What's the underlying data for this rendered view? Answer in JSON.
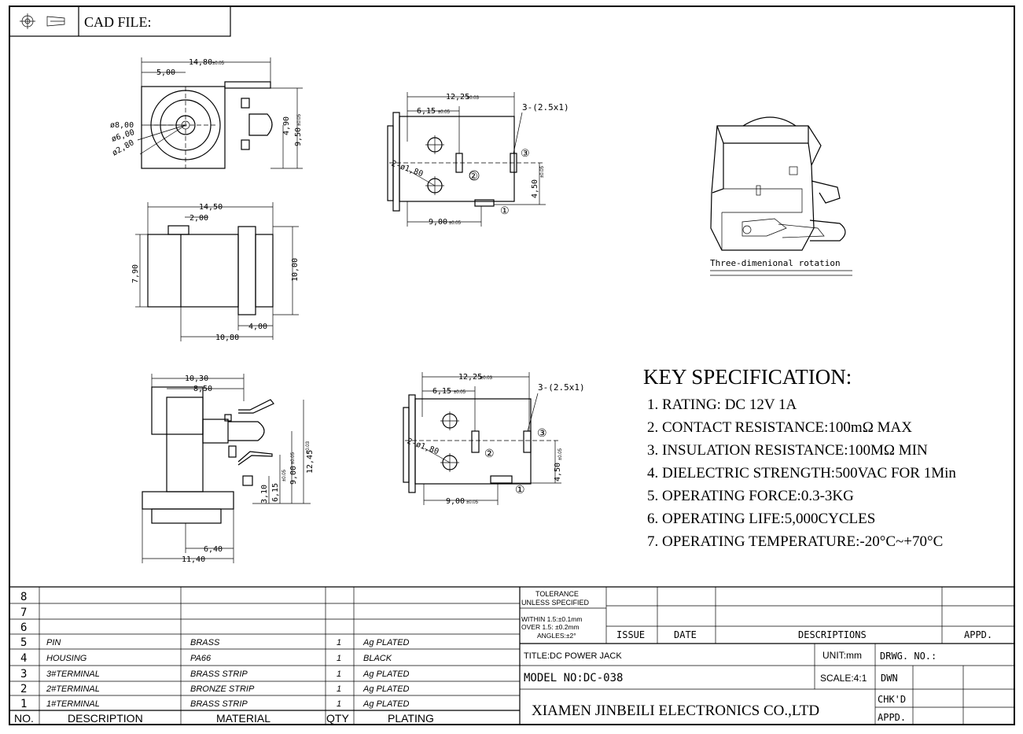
{
  "header": {
    "cad_label": "CAD FILE:"
  },
  "view_labels": {
    "rotation": "Three-dimenional rotation"
  },
  "dims": {
    "front": {
      "w_total": "14,80",
      "w_total_tol": "±0.05",
      "w_offset": "5,00",
      "h_half": "4,90",
      "h_total": "9,50",
      "h_total_tol": "±0.05",
      "d1": "ø8,00",
      "d2": "ø6,00",
      "d3": "ø2,80"
    },
    "side": {
      "w": "14,50",
      "tab": "2,00",
      "h_left": "7,90",
      "h_right": "10,00",
      "flange": "4,00",
      "body": "10,80"
    },
    "bottom": {
      "w1": "10,30",
      "w2": "8,50",
      "h1": "3,10",
      "h2": "6,15",
      "h2_tol": "±0.05",
      "h3": "9,00",
      "h3_tol": "±0.05",
      "h4": "12,45",
      "h4_tol": "±0.03",
      "b1": "6,40",
      "b2": "11,40"
    },
    "pcb1": {
      "w": "12,25",
      "w_tol": "±0.03",
      "p": "6,15",
      "p_tol": "±0.05",
      "slot": "3-(2.5x1)",
      "hole": "2-ø1,80",
      "v": "4,50",
      "v_tol": "±0.05",
      "b": "9,00",
      "b_tol": "±0.05"
    },
    "pcb2": {
      "w": "12,25",
      "w_tol": "±0.03",
      "p": "6,15",
      "p_tol": "±0.05",
      "slot": "3-(2.5x1)",
      "hole": "2-ø1,80",
      "v": "4,50",
      "v_tol": "±0.05",
      "b": "9,00",
      "b_tol": "±0.05"
    },
    "pins": [
      "①",
      "②",
      "③"
    ]
  },
  "spec": {
    "title": "KEY SPECIFICATION:",
    "items": [
      "1. RATING: DC 12V  1A",
      "2. CONTACT RESISTANCE:100mΩ MAX",
      "3. INSULATION RESISTANCE:100MΩ MIN",
      "4. DIELECTRIC STRENGTH:500VAC FOR 1Min",
      "5. OPERATING FORCE:0.3-3KG",
      "6. OPERATING LIFE:5,000CYCLES",
      "7. OPERATING TEMPERATURE:-20°C~+70°C"
    ]
  },
  "bom": {
    "headers": {
      "no": "NO.",
      "description": "DESCRIPTION",
      "material": "MATERIAL",
      "qty": "QTY",
      "plating": "PLATING"
    },
    "rows": [
      {
        "no": "8",
        "description": "",
        "material": "",
        "qty": "",
        "plating": ""
      },
      {
        "no": "7",
        "description": "",
        "material": "",
        "qty": "",
        "plating": ""
      },
      {
        "no": "6",
        "description": "",
        "material": "",
        "qty": "",
        "plating": ""
      },
      {
        "no": "5",
        "description": "PIN",
        "material": "BRASS",
        "qty": "1",
        "plating": "Ag PLATED"
      },
      {
        "no": "4",
        "description": "HOUSING",
        "material": "PA66",
        "qty": "1",
        "plating": "BLACK"
      },
      {
        "no": "3",
        "description": "3#TERMINAL",
        "material": "BRASS STRIP",
        "qty": "1",
        "plating": "Ag PLATED"
      },
      {
        "no": "2",
        "description": "2#TERMINAL",
        "material": "BRONZE STRIP",
        "qty": "1",
        "plating": "Ag PLATED"
      },
      {
        "no": "1",
        "description": "1#TERMINAL",
        "material": "BRASS STRIP",
        "qty": "1",
        "plating": "Ag PLATED"
      }
    ]
  },
  "titleblock": {
    "tolerance": [
      "TOLERANCE",
      "UNLESS SPECIFIED",
      "WITHIN 1.5:±0.1mm",
      "OVER 1.5: ±0.2mm",
      "ANGLES:±2°"
    ],
    "issue": "ISSUE",
    "date": "DATE",
    "descriptions": "DESCRIPTIONS",
    "appd": "APPD.",
    "title": "TITLE:DC POWER JACK",
    "unit": "UNIT:mm",
    "drwg": "DRWG. NO.:",
    "model": "MODEL NO:DC-038",
    "scale": "SCALE:4:1",
    "dwn": "DWN",
    "company": "XIAMEN JINBEILI ELECTRONICS CO.,LTD",
    "chkd": "CHK'D",
    "appd2": "APPD."
  }
}
